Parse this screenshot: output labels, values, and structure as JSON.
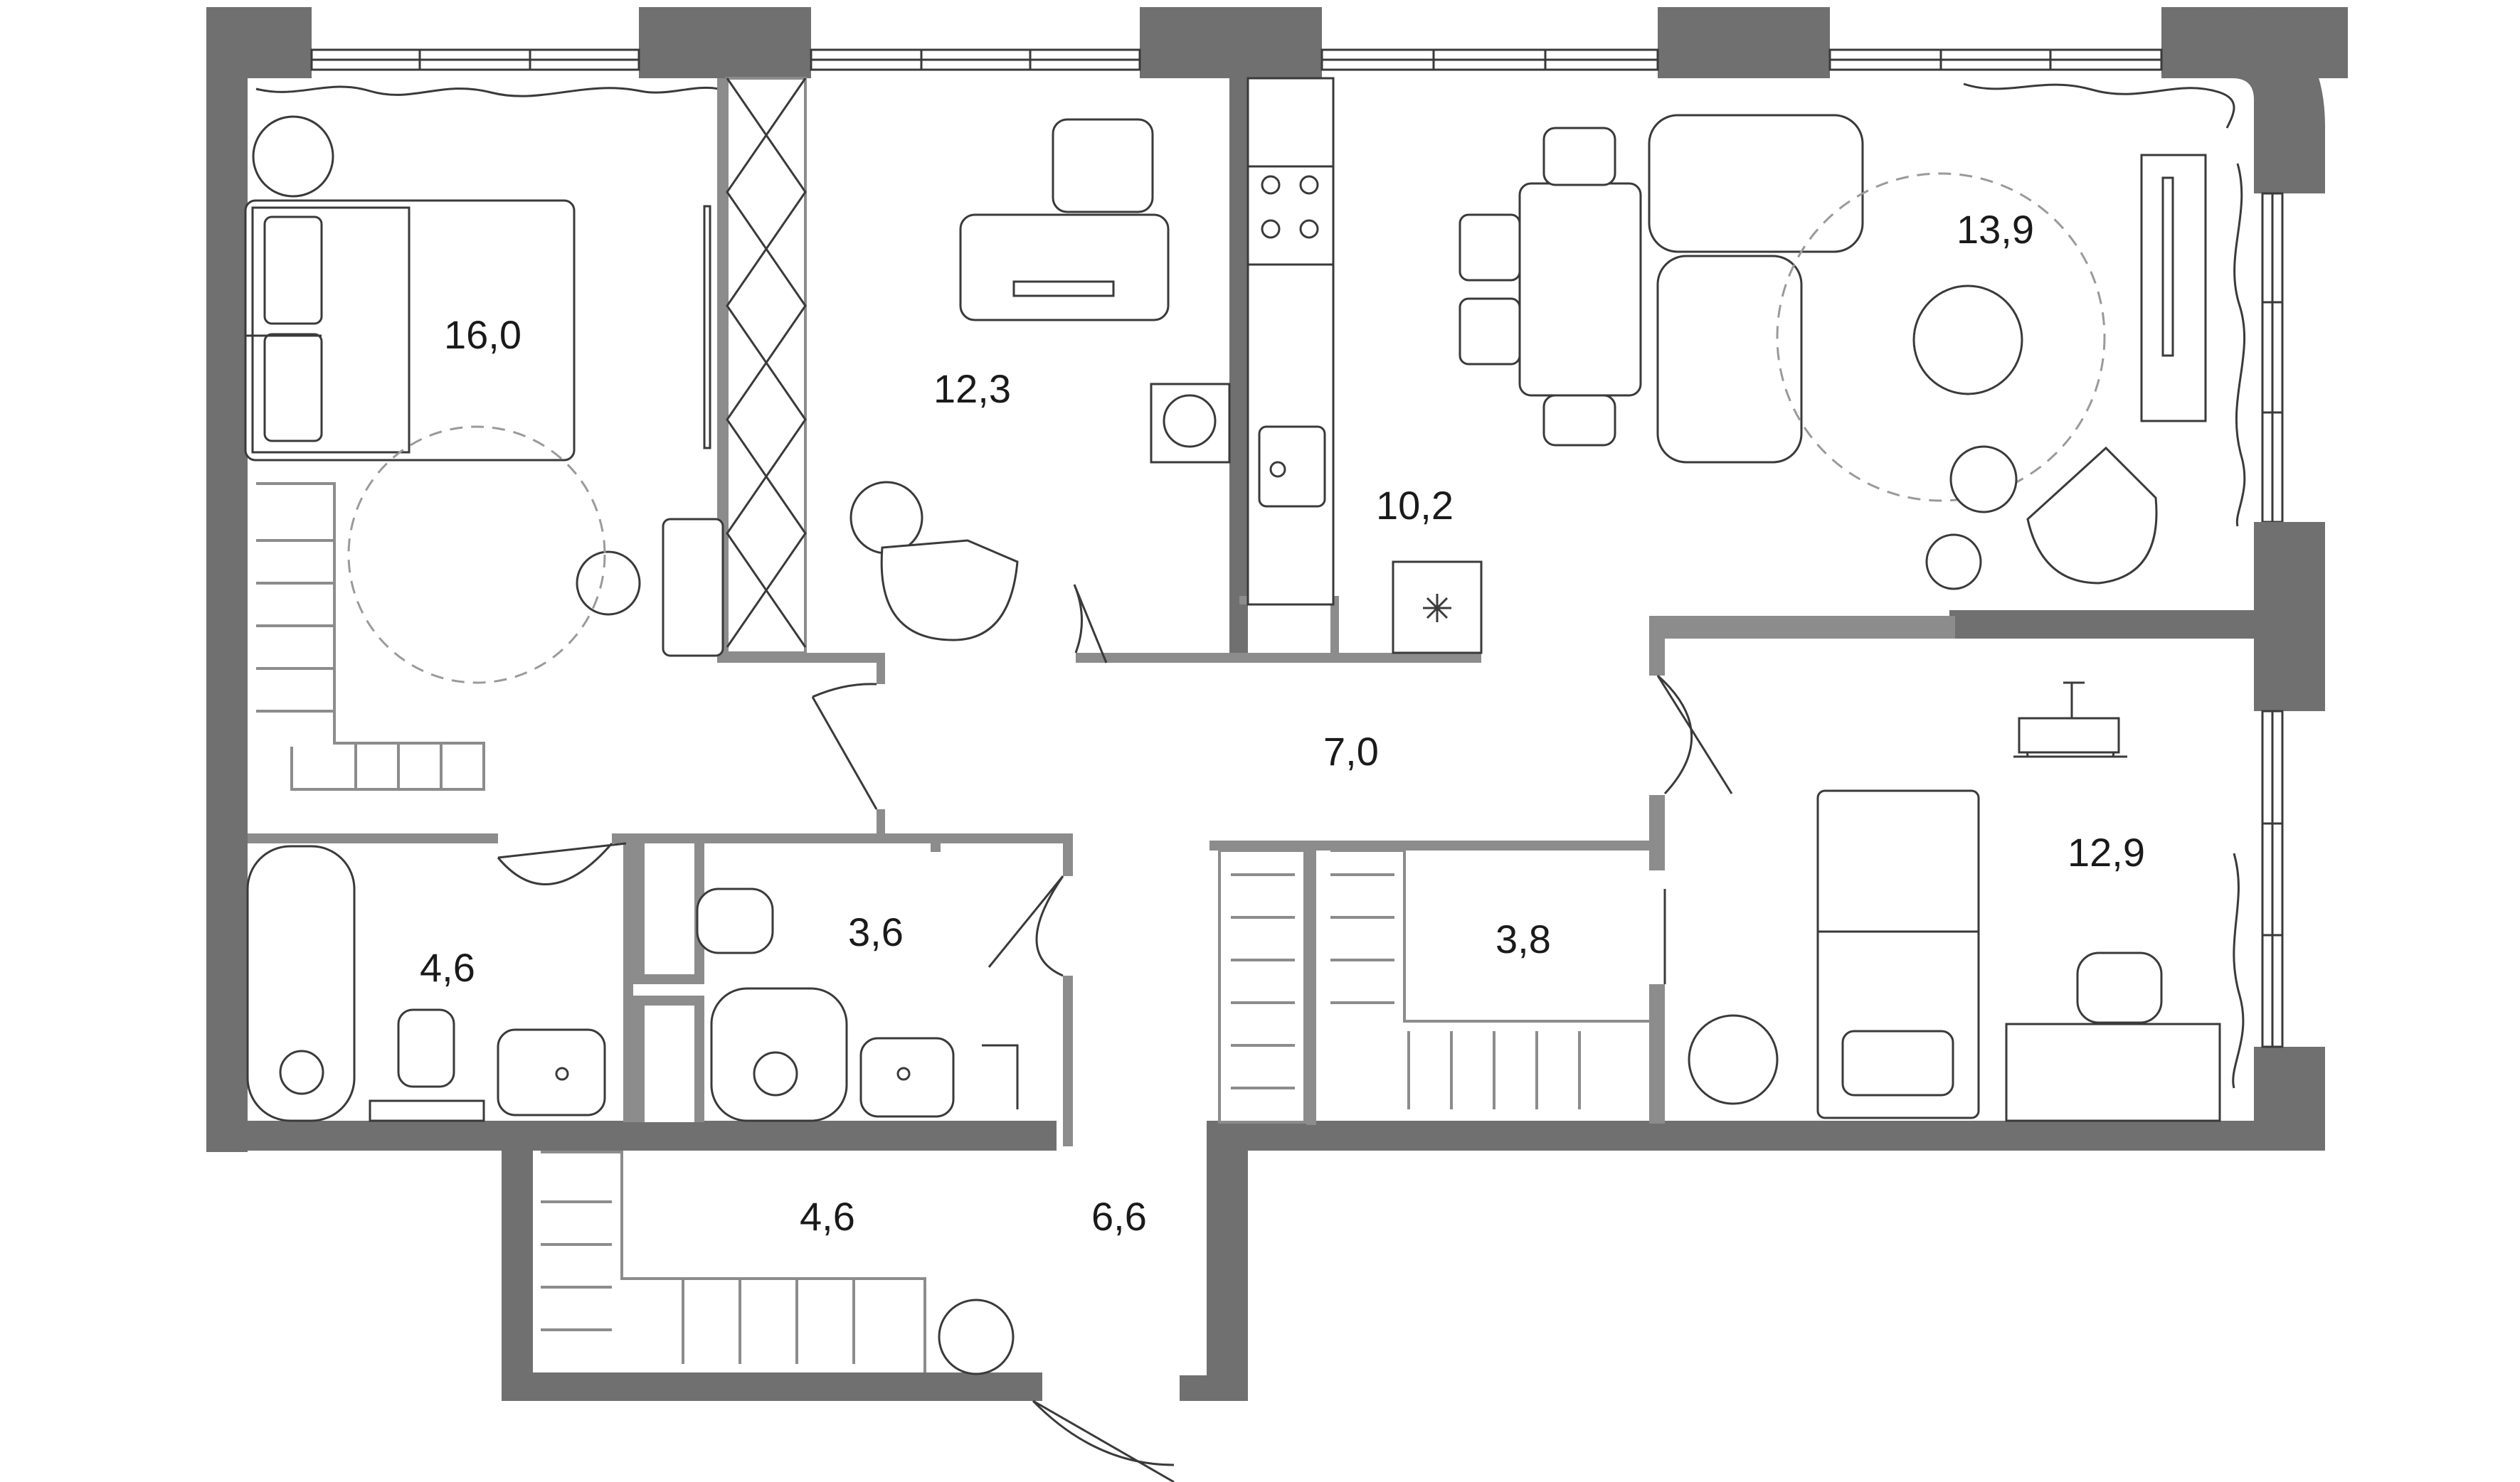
{
  "rooms": [
    {
      "id": "bedroom-left",
      "area": "16,0"
    },
    {
      "id": "study",
      "area": "12,3"
    },
    {
      "id": "kitchen",
      "area": "10,2"
    },
    {
      "id": "living",
      "area": "13,9"
    },
    {
      "id": "hall",
      "area": "7,0"
    },
    {
      "id": "bathroom-left",
      "area": "4,6"
    },
    {
      "id": "bathroom-center",
      "area": "3,6"
    },
    {
      "id": "wardrobe-right",
      "area": "3,8"
    },
    {
      "id": "bedroom-right",
      "area": "12,9"
    },
    {
      "id": "wardrobe-bottom",
      "area": "4,6"
    },
    {
      "id": "entrance",
      "area": "6,6"
    }
  ],
  "colors": {
    "wall": "#707070",
    "line": "#3a3a3a",
    "background": "#ffffff"
  }
}
